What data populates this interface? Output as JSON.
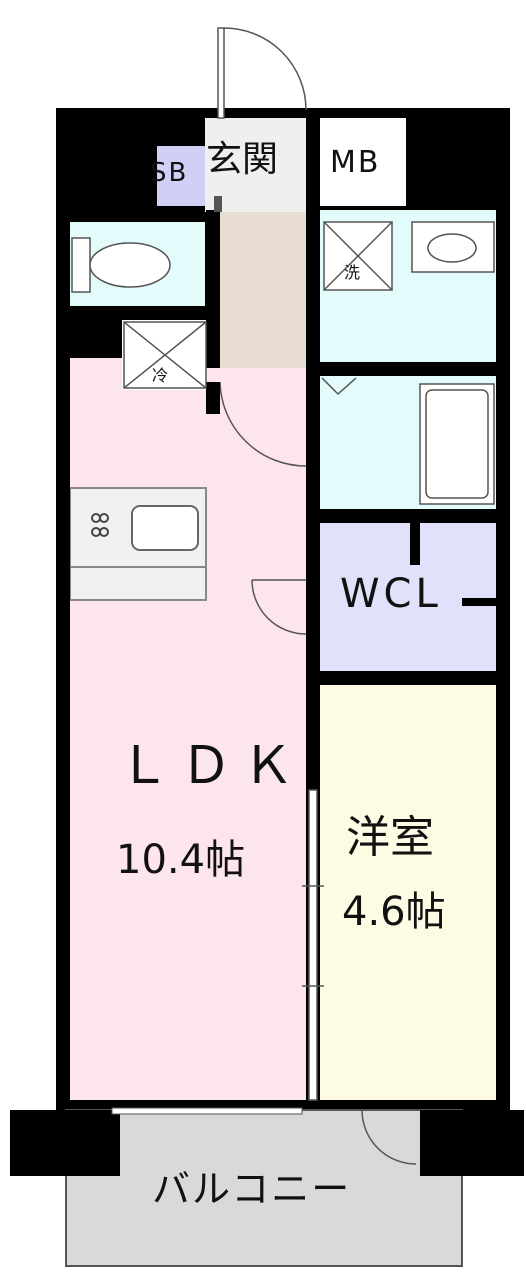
{
  "rooms": {
    "ldk": {
      "label": "ＬＤＫ",
      "size": "10.4帖"
    },
    "youshitsu": {
      "label": "洋室",
      "size": "4.6帖"
    },
    "wcl": {
      "label": "WCL"
    },
    "genkan": {
      "label": "玄関"
    },
    "mb": {
      "label": "MB"
    },
    "sb": {
      "label": "SB"
    },
    "balcony": {
      "label": "バルコニー"
    }
  },
  "fixtures": {
    "washer_mark": "洗",
    "fridge_mark": "冷"
  },
  "colors": {
    "wall": "#000000",
    "ldk": "#fde5ec",
    "youshitsu": "#fdfbe3",
    "wcl": "#e1e1fb",
    "wet_area": "#e3fbfb",
    "genkan_floor": "#e8ddd0",
    "entry": "#efefef",
    "sb": "#d0d0f7",
    "balcony": "#d9d9d9",
    "kitchen_counter": "#f1f1f1"
  }
}
